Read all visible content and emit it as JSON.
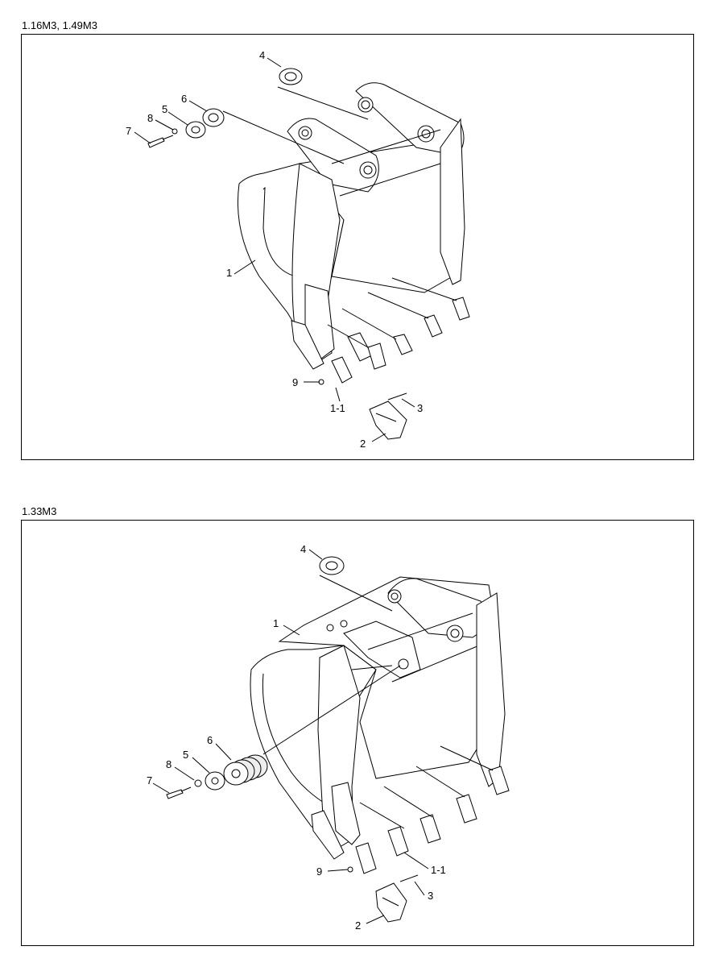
{
  "panels": [
    {
      "caption": "1.16M3, 1.49M3",
      "labels": {
        "p1": "1",
        "p1_1": "1-1",
        "p2": "2",
        "p3": "3",
        "p4": "4",
        "p5": "5",
        "p6": "6",
        "p7": "7",
        "p8": "8",
        "p9": "9"
      }
    },
    {
      "caption": "1.33M3",
      "labels": {
        "p1": "1",
        "p1_1": "1-1",
        "p2": "2",
        "p3": "3",
        "p4": "4",
        "p5": "5",
        "p6": "6",
        "p7": "7",
        "p8": "8",
        "p9": "9"
      }
    }
  ]
}
